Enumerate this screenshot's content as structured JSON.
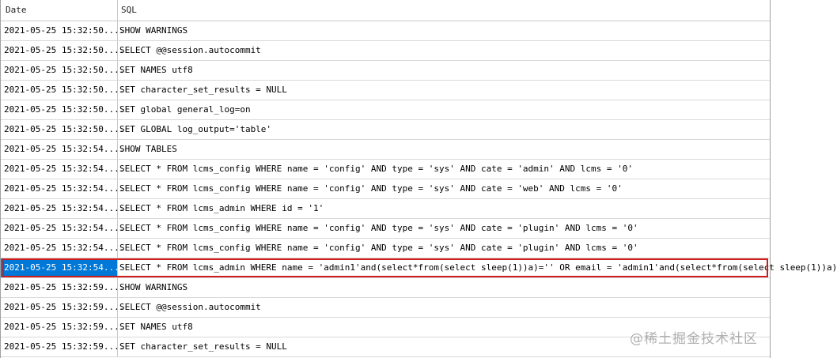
{
  "columns": {
    "date": "Date",
    "sql": "SQL"
  },
  "rows": [
    {
      "date": "2021-05-25 15:32:50....",
      "sql": "SHOW WARNINGS"
    },
    {
      "date": "2021-05-25 15:32:50....",
      "sql": "SELECT @@session.autocommit"
    },
    {
      "date": "2021-05-25 15:32:50....",
      "sql": "SET NAMES utf8"
    },
    {
      "date": "2021-05-25 15:32:50....",
      "sql": "SET character_set_results = NULL"
    },
    {
      "date": "2021-05-25 15:32:50....",
      "sql": "SET global general_log=on"
    },
    {
      "date": "2021-05-25 15:32:50....",
      "sql": "SET GLOBAL log_output='table'"
    },
    {
      "date": "2021-05-25 15:32:54....",
      "sql": "SHOW TABLES"
    },
    {
      "date": "2021-05-25 15:32:54....",
      "sql": "SELECT * FROM lcms_config WHERE name = 'config' AND type = 'sys' AND cate = 'admin' AND lcms = '0'"
    },
    {
      "date": "2021-05-25 15:32:54....",
      "sql": "SELECT * FROM lcms_config WHERE name = 'config' AND type = 'sys' AND cate = 'web' AND lcms = '0'"
    },
    {
      "date": "2021-05-25 15:32:54....",
      "sql": "SELECT * FROM lcms_admin WHERE id = '1'"
    },
    {
      "date": "2021-05-25 15:32:54....",
      "sql": "SELECT * FROM lcms_config WHERE name = 'config' AND type = 'sys' AND cate = 'plugin' AND lcms = '0'"
    },
    {
      "date": "2021-05-25 15:32:54....",
      "sql": "SELECT * FROM lcms_config WHERE name = 'config' AND type = 'sys' AND cate = 'plugin' AND lcms = '0'"
    },
    {
      "date": "2021-05-25 15:32:54....",
      "sql": "SELECT * FROM lcms_admin WHERE name = 'admin1'and(select*from(select sleep(1))a)='' OR email = 'admin1'and(select*from(select sleep(1))a)",
      "selected": true
    },
    {
      "date": "2021-05-25 15:32:59....",
      "sql": "SHOW WARNINGS"
    },
    {
      "date": "2021-05-25 15:32:59....",
      "sql": "SELECT @@session.autocommit"
    },
    {
      "date": "2021-05-25 15:32:59....",
      "sql": "SET NAMES utf8"
    },
    {
      "date": "2021-05-25 15:32:59....",
      "sql": "SET character_set_results = NULL"
    }
  ],
  "watermark": "@稀土掘金技术社区",
  "colors": {
    "selection": "#0078d7",
    "highlight_border": "#d01c1c"
  }
}
